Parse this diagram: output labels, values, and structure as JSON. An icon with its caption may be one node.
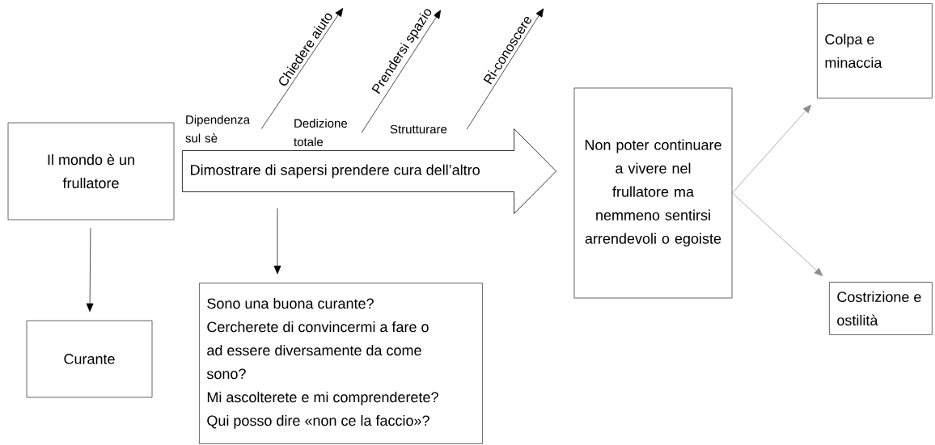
{
  "diagram": {
    "nodes": [
      {
        "text": [
          "Il mondo è un frullatore"
        ]
      },
      {
        "text": [
          "Curante"
        ]
      },
      {
        "text": [
          "Dipendenza sul sè"
        ]
      },
      {
        "text": [
          "Dedizione totale"
        ]
      },
      {
        "text": [
          "Strutturare"
        ]
      },
      {
        "text": [
          "Sono una buona curante?",
          "Cercherete di convincermi a fare o ad essere diversamente da come sono?",
          "Mi ascolterete e mi comprenderete?",
          "Qui posso dire «non ce la faccio»?"
        ]
      },
      {
        "text": [
          "Non poter continuare a vivere nel frullatore ma nemmeno sentirsi arrendevoli o egoiste"
        ]
      },
      {
        "text": [
          "Colpa e minaccia"
        ]
      },
      {
        "text": [
          "Costrizione e ostilità"
        ]
      }
    ],
    "edges": [
      {
        "from": 0,
        "to": 1,
        "arrow": "to"
      },
      {
        "from": 0,
        "to": 6,
        "arrow": "to",
        "style": "thick",
        "label": "Dimostrare di sapersi prendere cura dell’altro"
      },
      {
        "from": null,
        "to": 5,
        "arrow": "to"
      },
      {
        "from": 2,
        "to": null,
        "arrow": "to",
        "label": "Chiedere aiuto"
      },
      {
        "from": 3,
        "to": null,
        "arrow": "to",
        "label": "Prendersi spazio"
      },
      {
        "from": 4,
        "to": null,
        "arrow": "to",
        "label": "Ri-conoscere"
      },
      {
        "from": 6,
        "to": 7,
        "arrow": "to",
        "color": "#8c8c8c"
      },
      {
        "from": 6,
        "to": 8,
        "arrow": "to",
        "color": "#8c8c8c"
      }
    ]
  }
}
